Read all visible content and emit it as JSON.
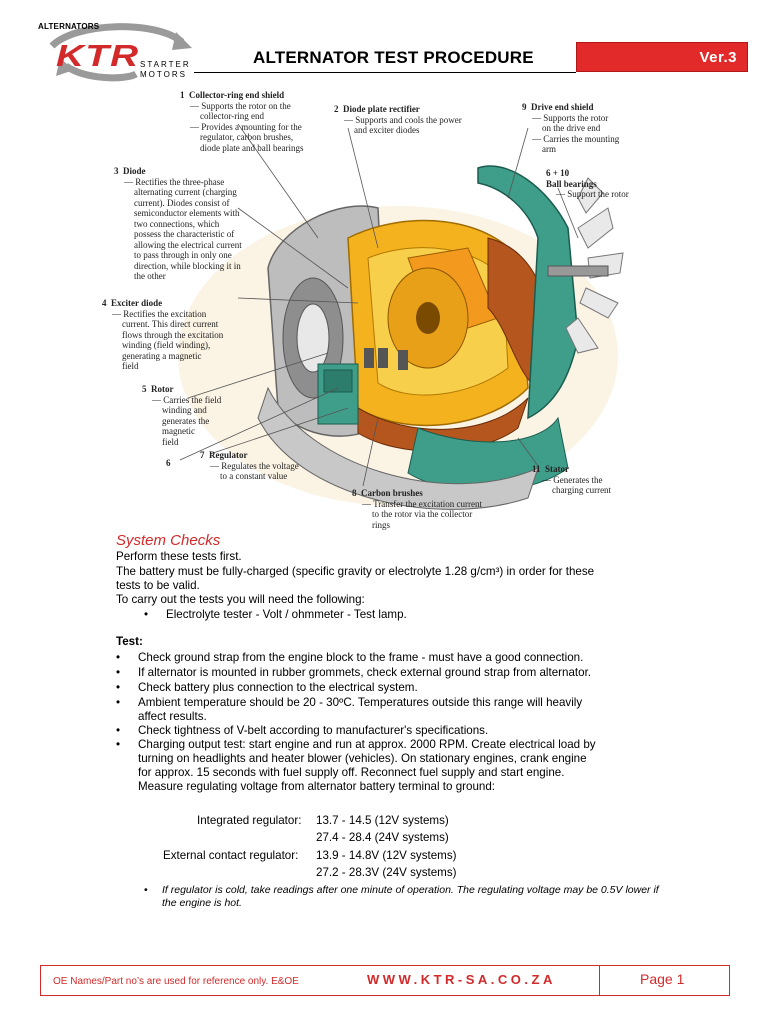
{
  "logo": {
    "top_label": "ALTERNATORS",
    "brand": "KTR",
    "sub_line1": "STARTER",
    "sub_line2": "MOTORS"
  },
  "header": {
    "title": "ALTERNATOR TEST PROCEDURE",
    "version": "Ver.3"
  },
  "diagram": {
    "labels": [
      {
        "num": "1",
        "name": "Collector-ring end shield",
        "desc": [
          "— Supports the rotor on the",
          "collector-ring end",
          "— Provides a mounting for the",
          "regulator, carbon brushes,",
          "diode plate and ball bearings"
        ]
      },
      {
        "num": "2",
        "name": "Diode plate rectifier",
        "desc": [
          "— Supports and cools the power",
          "and exciter diodes"
        ]
      },
      {
        "num": "3",
        "name": "Diode",
        "desc": [
          "— Rectifies the three-phase",
          "alternating current (charging",
          "current). Diodes consist of",
          "semiconductor elements with",
          "two connections, which",
          "possess the characteristic of",
          "allowing the electrical current",
          "to pass through in only one",
          "direction, while blocking it in",
          "the other"
        ]
      },
      {
        "num": "4",
        "name": "Exciter diode",
        "desc": [
          "— Rectifies the excitation",
          "current. This direct current",
          "flows through the excitation",
          "winding (field winding),",
          "generating a magnetic",
          "field"
        ]
      },
      {
        "num": "5",
        "name": "Rotor",
        "desc": [
          "— Carries the field",
          "winding and",
          "generates the",
          "magnetic",
          "field"
        ]
      },
      {
        "num": "6",
        "name": "",
        "desc": []
      },
      {
        "num": "7",
        "name": "Regulator",
        "desc": [
          "— Regulates the voltage",
          "to a constant value"
        ]
      },
      {
        "num": "8",
        "name": "Carbon brushes",
        "desc": [
          "— Transfer the excitation current",
          "to the rotor via the collector",
          "rings"
        ]
      },
      {
        "num": "9",
        "name": "Drive end shield",
        "desc": [
          "— Supports the rotor",
          "on the drive end",
          "— Carries the mounting",
          "arm"
        ]
      },
      {
        "num": "6 + 10",
        "name": "Ball bearings",
        "desc": [
          "— Support the rotor"
        ]
      },
      {
        "num": "11",
        "name": "Stator",
        "desc": [
          "— Generates the",
          "charging current"
        ]
      }
    ]
  },
  "system_checks": {
    "title": "System Checks",
    "intro": [
      "Perform these tests first.",
      "The battery must be fully-charged (specific gravity or electrolyte 1.28 g/cm³) in order for these",
      "tests to be valid.",
      "To carry out the tests you will need the following:"
    ],
    "equipment": "Electrolyte tester - Volt / ohmmeter - Test lamp.",
    "test_heading": "Test:",
    "tests": [
      [
        "Check ground strap from the engine block to the frame - must have a good connection."
      ],
      [
        "If alternator is mounted in rubber grommets, check external ground strap from alternator."
      ],
      [
        "Check battery plus connection to the electrical system."
      ],
      [
        "Ambient temperature should be 20 - 30ºC. Temperatures outside this range will heavily",
        "affect results."
      ],
      [
        "Check tightness of V-belt according to manufacturer's specifications."
      ],
      [
        "Charging output test: start engine and run at approx. 2000 RPM. Create electrical load by",
        "turning on headlights and heater blower (vehicles). On stationary engines, crank engine",
        "for approx. 15 seconds with fuel supply off. Reconnect fuel supply and start engine.",
        "Measure regulating voltage from alternator battery terminal to ground:"
      ]
    ],
    "voltages": {
      "integrated_label": "Integrated regulator:",
      "integrated_12v": "13.7 - 14.5 (12V systems)",
      "integrated_24v": "27.4 - 28.4 (24V systems)",
      "external_label": "External contact regulator:",
      "external_12v": "13.9 - 14.8V (12V systems)",
      "external_24v": "27.2 - 28.3V (24V systems)"
    },
    "note": "If regulator is cold, take readings after one minute of operation. The regulating voltage may be 0.5V lower if the engine is hot."
  },
  "footer": {
    "disclaimer": "OE Names/Part no’s are used for reference only. E&OE",
    "website": "WWW.KTR-SA.CO.ZA",
    "page": "Page 1"
  },
  "colors": {
    "brand_red": "#d22a2a",
    "accent_red": "#e22a2a"
  }
}
